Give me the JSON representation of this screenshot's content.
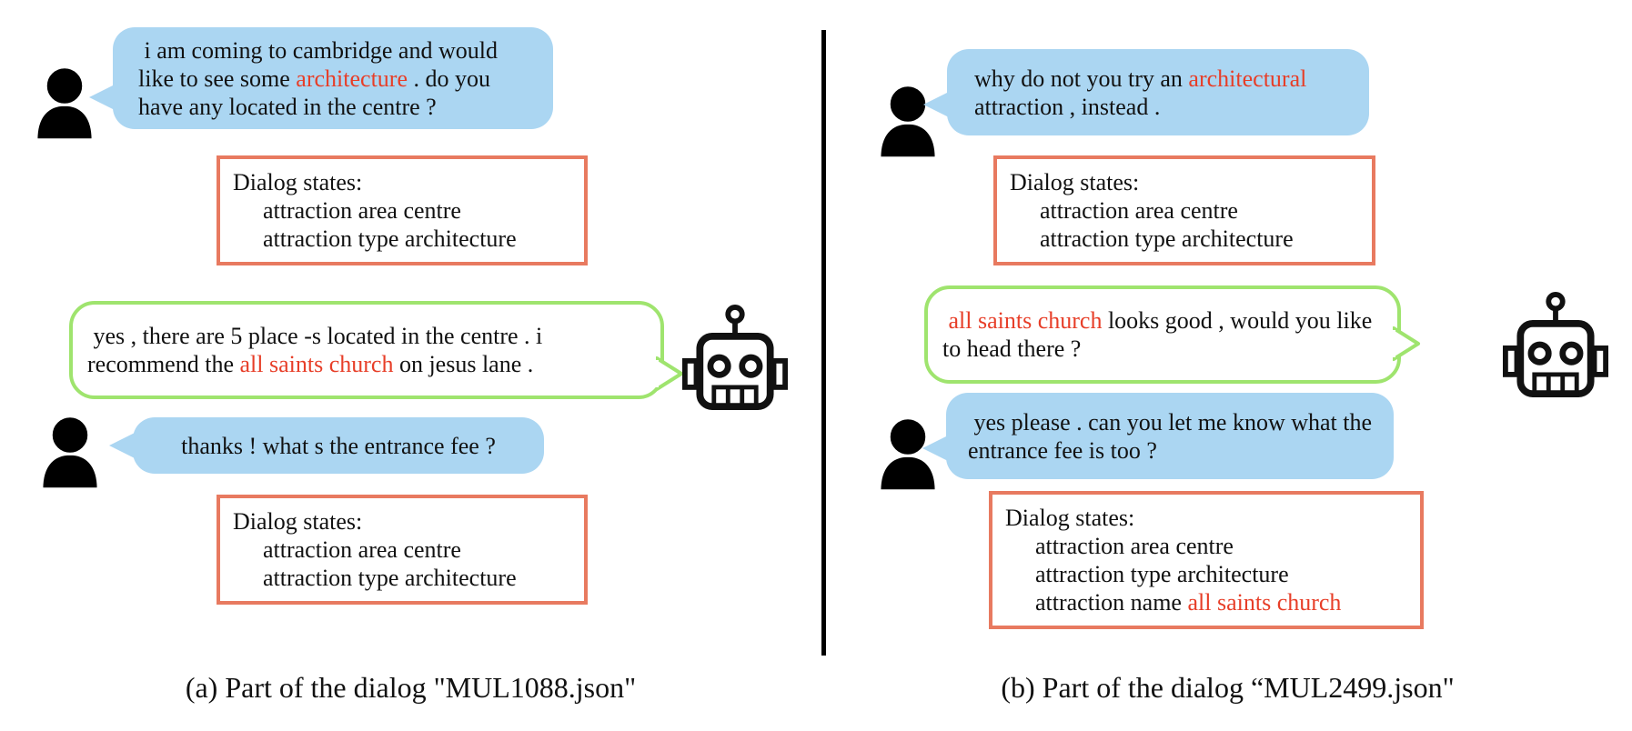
{
  "colors": {
    "user_bubble": "#abd6f2",
    "bot_bubble_border": "#9fe46e",
    "state_box_border": "#e87a60",
    "highlight": "#e73e28",
    "text": "#111111",
    "divider": "#000000"
  },
  "panels": {
    "a": {
      "caption": "(a) Part of the dialog \"MUL1088.json\"",
      "user_turn_1": {
        "pre": " i am coming to cambridge and would like to see some ",
        "highlight": "architecture",
        "post": " . do you have any located in the centre ?"
      },
      "state_box_1": {
        "title": "Dialog states:",
        "lines": [
          "attraction area centre",
          "attraction type architecture"
        ]
      },
      "bot_turn": {
        "pre": " yes , there are 5 place -s located in the centre . i recommend the ",
        "highlight": "all saints church",
        "post": " on jesus lane ."
      },
      "user_turn_2": {
        "text": "thanks ! what s the entrance fee ?"
      },
      "state_box_2": {
        "title": "Dialog states:",
        "lines": [
          "attraction area centre",
          "attraction type architecture"
        ]
      }
    },
    "b": {
      "caption": "(b) Part of the dialog “MUL2499.json\"",
      "user_turn_1": {
        "pre": "why do not you try an ",
        "highlight": "architectural",
        "post": " attraction , instead ."
      },
      "state_box_1": {
        "title": "Dialog states:",
        "lines": [
          "attraction area centre",
          "attraction type architecture"
        ]
      },
      "bot_turn": {
        "pre": " ",
        "highlight": "all saints church",
        "post": " looks good , would you like to head there ?"
      },
      "user_turn_2": {
        "text": " yes please . can you let me know what the entrance fee is too ?"
      },
      "state_box_2": {
        "title": "Dialog states:",
        "lines": [
          "attraction area centre",
          "attraction type architecture"
        ],
        "line3_pre": "attraction name ",
        "line3_highlight": "all saints church"
      }
    }
  }
}
